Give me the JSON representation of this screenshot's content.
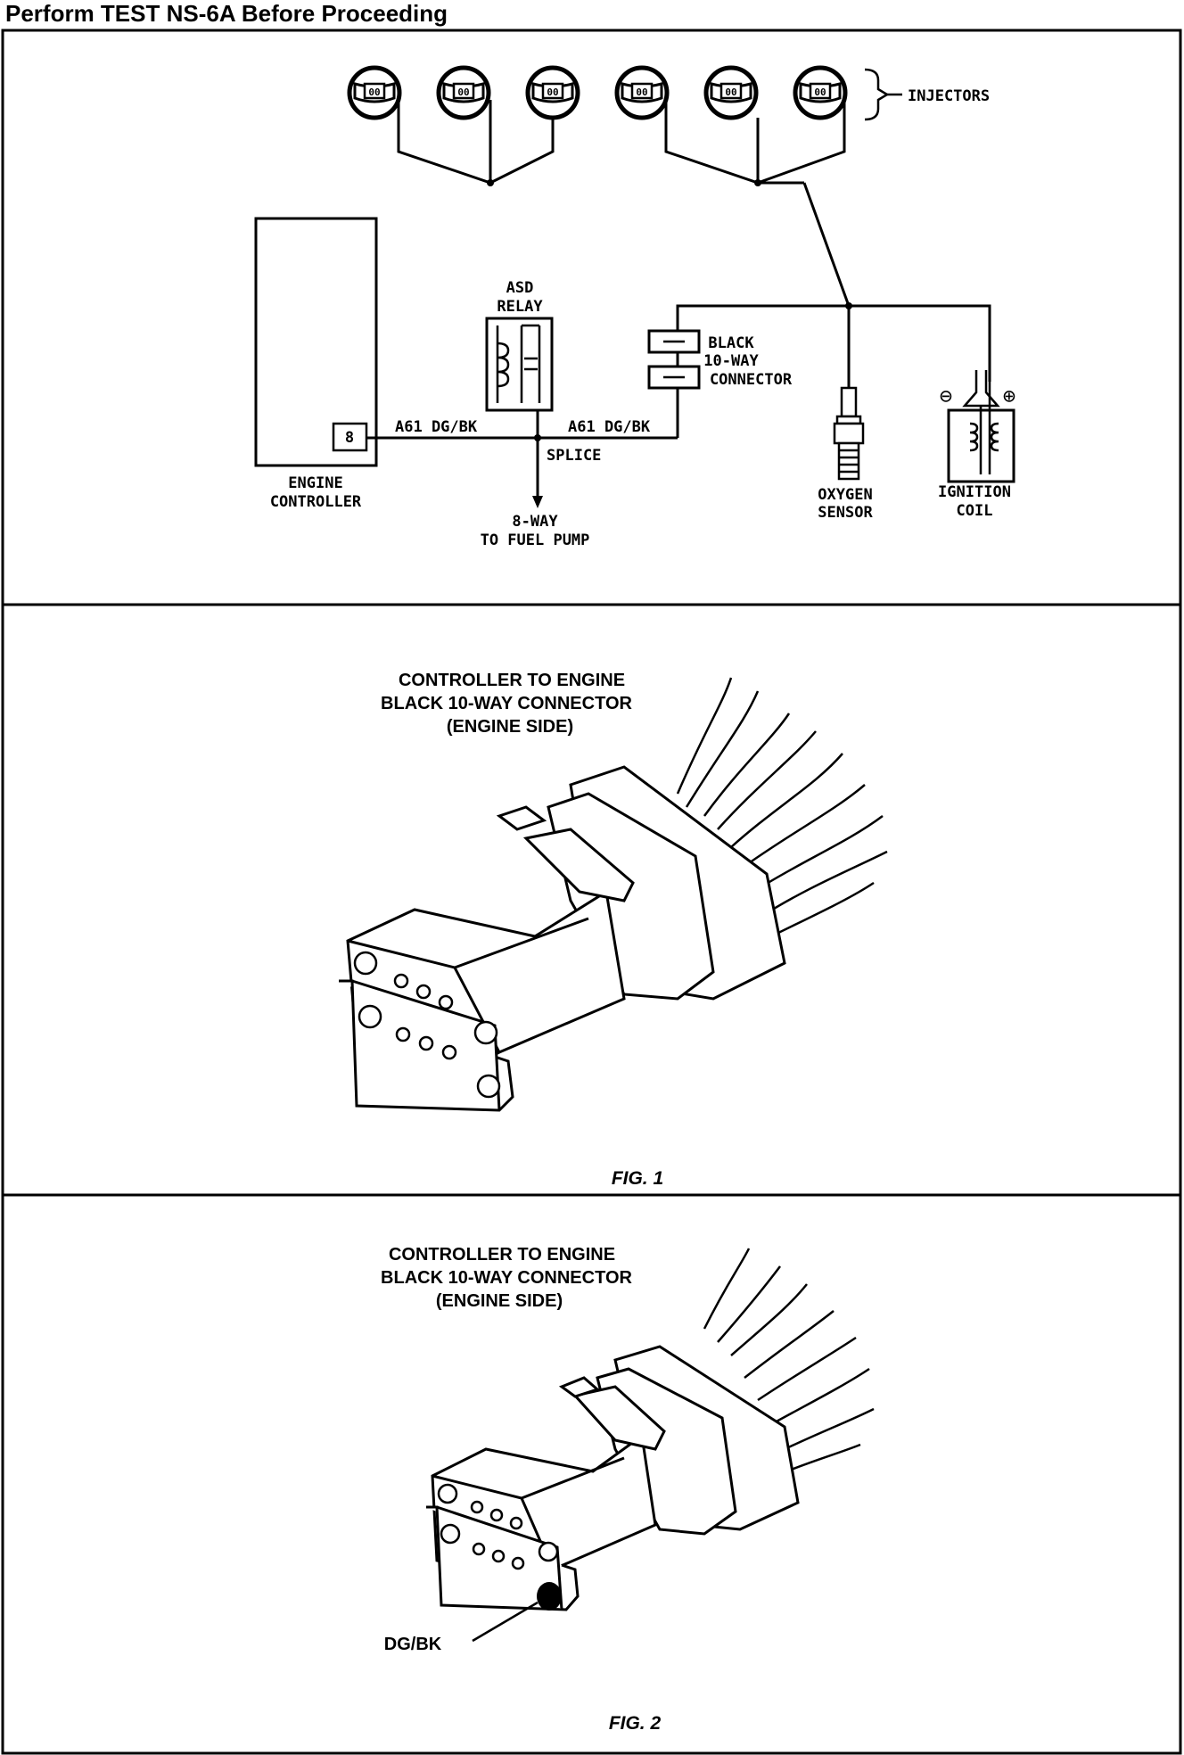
{
  "header": {
    "title": "Perform TEST NS-6A Before Proceeding"
  },
  "schematic": {
    "injectors_label": "INJECTORS",
    "engine_controller_label_1": "ENGINE",
    "engine_controller_label_2": "CONTROLLER",
    "pin_number": "8",
    "asd_relay_label_1": "ASD",
    "asd_relay_label_2": "RELAY",
    "wire_left_label": "A61 DG/BK",
    "wire_right_label": "A61 DG/BK",
    "splice_label": "SPLICE",
    "fuel_pump_label_1": "8-WAY",
    "fuel_pump_label_2": "TO FUEL PUMP",
    "connector_label_1": "BLACK",
    "connector_label_2": "10-WAY",
    "connector_label_3": "CONNECTOR",
    "oxygen_sensor_label_1": "OXYGEN",
    "oxygen_sensor_label_2": "SENSOR",
    "ignition_coil_label_1": "IGNITION",
    "ignition_coil_label_2": "COIL",
    "minus_symbol": "⊖",
    "plus_symbol": "⊕"
  },
  "figure1": {
    "caption_1": "CONTROLLER TO ENGINE",
    "caption_2": "BLACK 10-WAY CONNECTOR",
    "caption_3": "(ENGINE SIDE)",
    "fig_label": "FIG. 1"
  },
  "figure2": {
    "caption_1": "CONTROLLER TO ENGINE",
    "caption_2": "BLACK 10-WAY CONNECTOR",
    "caption_3": "(ENGINE SIDE)",
    "pin_label": "DG/BK",
    "fig_label": "FIG. 2"
  }
}
